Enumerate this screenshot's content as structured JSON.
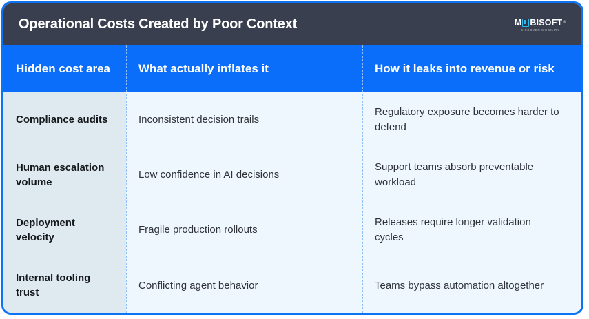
{
  "card": {
    "accent_border_color": "#0a74f5",
    "titlebar_color": "#393f4e",
    "header_band_color": "#0a6efa",
    "first_column_color": "#dfeaf0",
    "body_color": "#eef7fe"
  },
  "title": {
    "text": "Operational Costs Created by Poor Context"
  },
  "logo": {
    "word_left": "M",
    "word_right": "BISOFT",
    "registered_mark": "®",
    "tagline": "Discover Mobility"
  },
  "table": {
    "columns": [
      "Hidden cost area",
      "What actually inflates it",
      "How it leaks into revenue or risk"
    ],
    "rows": [
      {
        "area": "Compliance audits",
        "cause": "Inconsistent decision trails",
        "impact": "Regulatory exposure becomes harder to defend"
      },
      {
        "area": "Human escalation volume",
        "cause": "Low confidence in AI decisions",
        "impact": "Support teams absorb preventable workload"
      },
      {
        "area": "Deployment velocity",
        "cause": "Fragile production rollouts",
        "impact": "Releases require longer validation cycles"
      },
      {
        "area": "Internal tooling trust",
        "cause": "Conflicting agent behavior",
        "impact": "Teams bypass automation altogether"
      }
    ]
  }
}
